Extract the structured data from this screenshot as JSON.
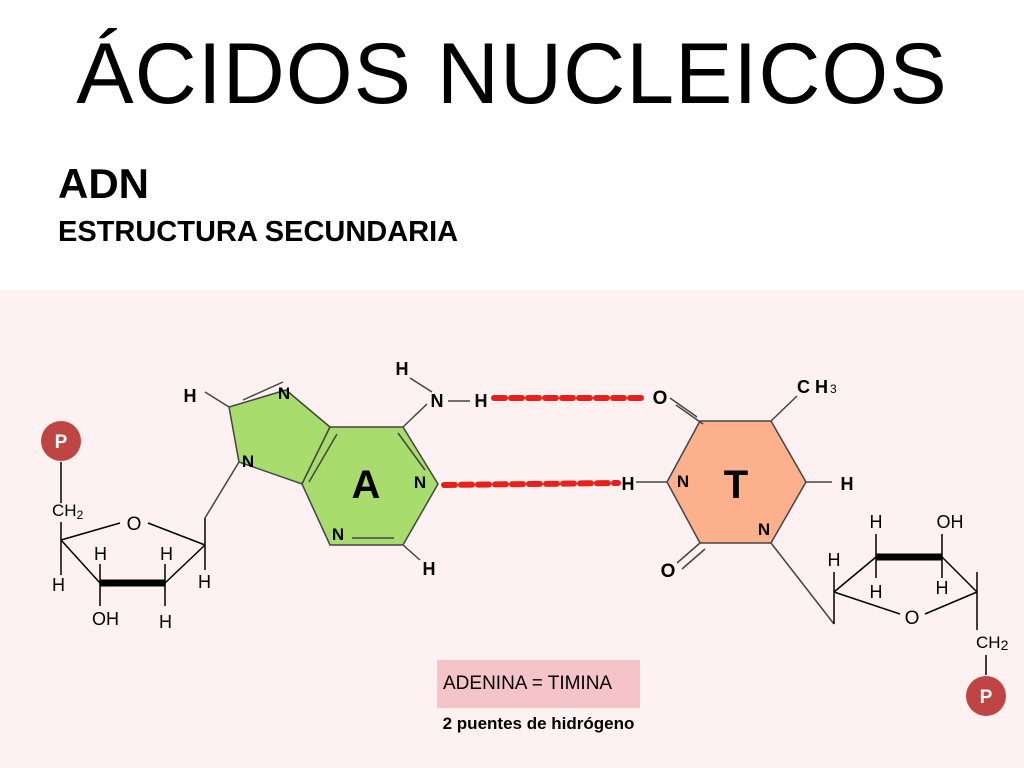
{
  "title": "ÁCIDOS NUCLEICOS",
  "subtitle": "ADN",
  "section": "ESTRUCTURA SECUNDARIA",
  "diagram": {
    "adenine": {
      "label": "A",
      "fill": "#a8dc6c",
      "atoms": {
        "n_imidazole_top": "N",
        "n_imidazole_left": "N",
        "n_ring_right": "N",
        "n_ring_bottom": "N",
        "h_imidazole": "H",
        "h_amino": "H",
        "n_amino": "N",
        "h_amino_bond": "H",
        "h_ring_bottom": "H"
      }
    },
    "thymine": {
      "label": "T",
      "fill": "#fcb08c",
      "atoms": {
        "o_top": "O",
        "ch3": "C H",
        "ch3_sub": "3",
        "n_left": "N",
        "h_left": "H",
        "h_right": "H",
        "n_bottom": "N",
        "o_bottom": "O"
      }
    },
    "left_sugar": {
      "phosphate": "P",
      "ch2": "CH",
      "ch2_sub": "2",
      "ring_o": "O",
      "h1": "H",
      "h2": "H",
      "h3": "H",
      "h4": "H",
      "h5": "H",
      "oh": "OH"
    },
    "right_sugar": {
      "phosphate": "P",
      "ch2": "CH",
      "ch2_sub": "2",
      "ring_o": "O",
      "h1": "H",
      "h2": "H",
      "h3": "H",
      "h4": "H",
      "oh": "OH"
    },
    "colors": {
      "hydrogen_bond": "#e8201c",
      "phosphate": "#bf4545",
      "panel": "#fdf1f1",
      "caption_box": "#f5c4c8"
    }
  },
  "caption": {
    "label": "ADENINA = TIMINA",
    "note": "2 puentes de hidrógeno"
  }
}
